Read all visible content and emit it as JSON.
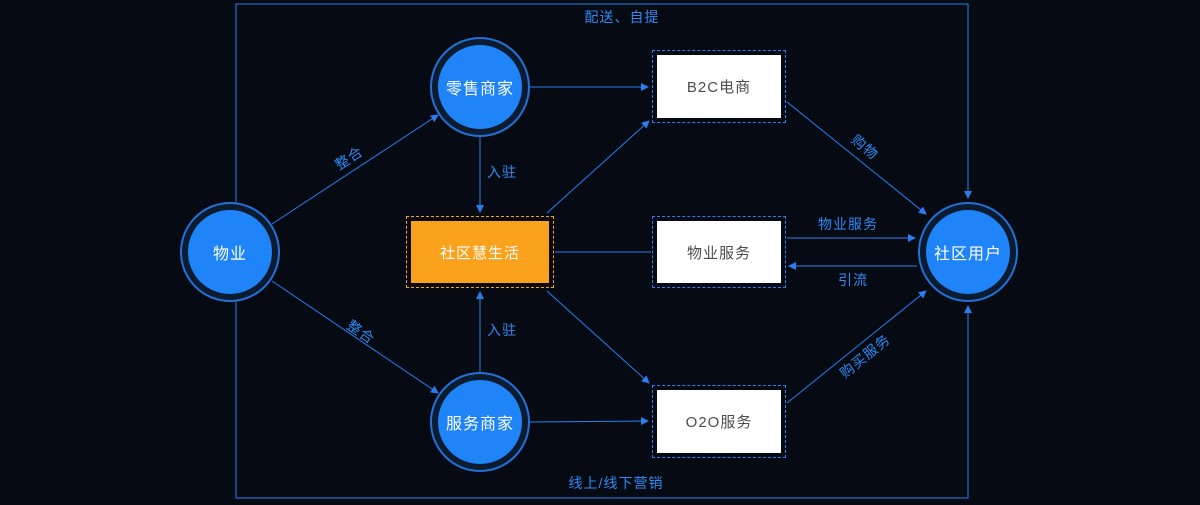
{
  "diagram": {
    "nodes": {
      "property": {
        "label": "物业"
      },
      "retail_merchant": {
        "label": "零售商家"
      },
      "service_merchant": {
        "label": "服务商家"
      },
      "smart_life": {
        "label": "社区慧生活"
      },
      "b2c": {
        "label": "B2C电商"
      },
      "property_service": {
        "label": "物业服务"
      },
      "o2o": {
        "label": "O2O服务"
      },
      "community_user": {
        "label": "社区用户"
      }
    },
    "edge_labels": {
      "delivery_pickup": "配送、自提",
      "online_offline_marketing": "线上/线下营销",
      "integrate_top": "整合",
      "integrate_bottom": "整合",
      "settle_in_top": "入驻",
      "settle_in_bottom": "入驻",
      "shopping": "购物",
      "property_service": "物业服务",
      "drive_traffic": "引流",
      "buy_service": "购买服务"
    },
    "colors": {
      "background": "#060b13",
      "line_blue": "#2b7cf0",
      "node_blue": "#1e84f8",
      "node_ring_dark": "#0b1b30",
      "accent_orange": "#faa21c",
      "box_background": "#ffffff",
      "box_text": "#4d4d4d",
      "label_blue": "#2f8af5"
    }
  }
}
